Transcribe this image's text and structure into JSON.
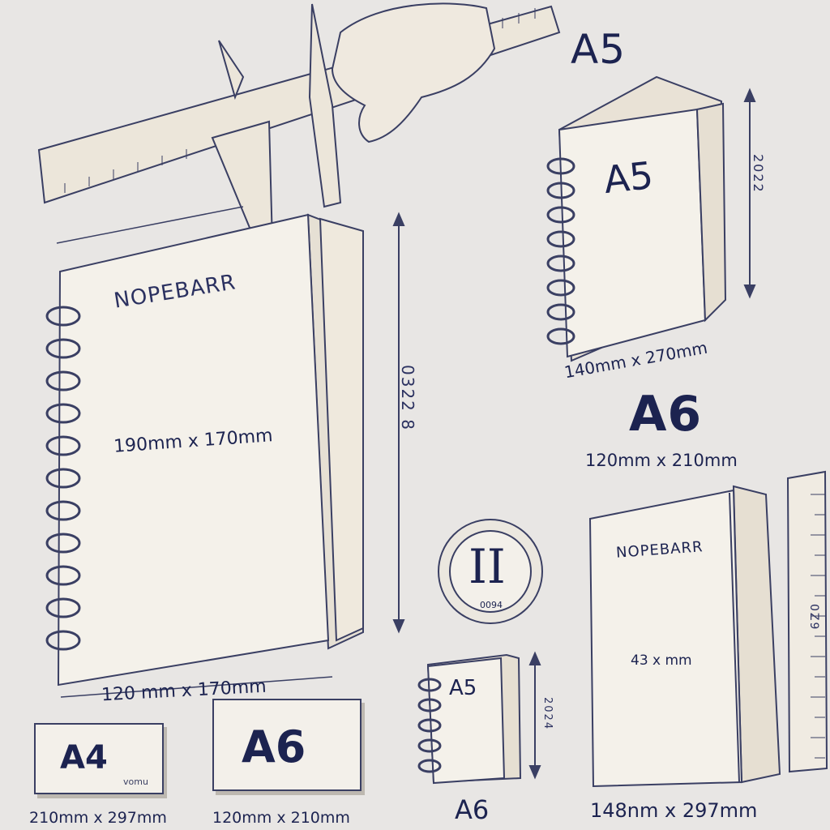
{
  "main_notebook": {
    "brand": "NOPEBARR",
    "size_label": "190mm x 170mm",
    "bottom_dimension": "120 mm x 170mm",
    "side_dimension": "0322 8"
  },
  "a5_notebook": {
    "heading": "A5",
    "cover_label": "A5",
    "side_dimension": "2022",
    "dimension": "140mm x 270mm"
  },
  "a6_heading": {
    "label": "A6",
    "dimension": "120mm x 210mm"
  },
  "coin": {
    "numeral": "II",
    "bottom_text": "0094"
  },
  "small_notebook": {
    "cover_label": "A5",
    "side_dimension": "2024",
    "caption": "A6"
  },
  "right_notebook": {
    "brand": "NOPEBARR",
    "size_label": "43 x mm",
    "dimension": "148nm x 297mm",
    "ruler_label": "0Z9"
  },
  "tag_a4": {
    "label": "A4",
    "tiny": "vomu",
    "dimension": "210mm x 297mm"
  },
  "tag_a6": {
    "label": "A6",
    "dimension": "120mm x 210mm"
  }
}
